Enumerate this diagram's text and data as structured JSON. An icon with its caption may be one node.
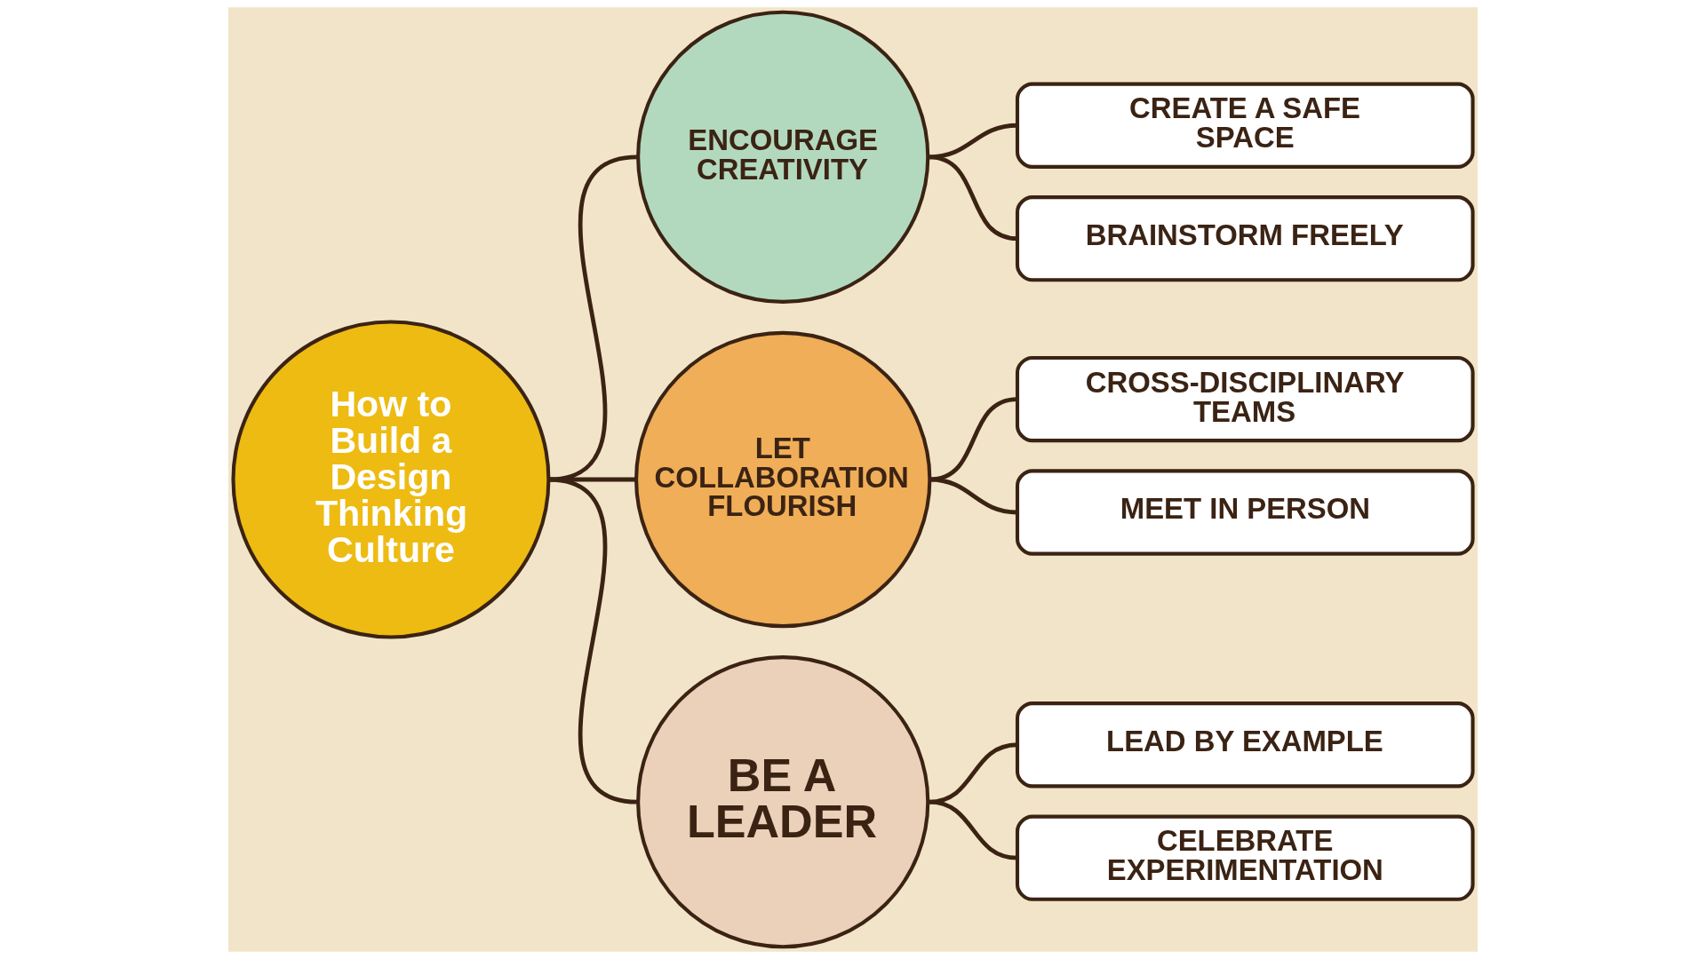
{
  "diagram": {
    "nodes": [
      {
        "text": [
          "How to Build a Design Thinking Culture"
        ]
      },
      {
        "text": [
          "ENCOURAGE CREATIVITY"
        ]
      },
      {
        "text": [
          "LET COLLABORATION FLOURISH"
        ]
      },
      {
        "text": [
          "BE A LEADER"
        ]
      },
      {
        "text": [
          "CREATE A SAFE SPACE"
        ]
      },
      {
        "text": [
          "BRAINSTORM FREELY"
        ]
      },
      {
        "text": [
          "CROSS-DISCIPLINARY TEAMS"
        ]
      },
      {
        "text": [
          "MEET IN PERSON"
        ]
      },
      {
        "text": [
          "LEAD BY EXAMPLE"
        ]
      },
      {
        "text": [
          "CELEBRATE EXPERIMENTATION"
        ]
      }
    ],
    "edges": [
      {
        "from": 0,
        "to": 1,
        "arrow": "none"
      },
      {
        "from": 0,
        "to": 2,
        "arrow": "none"
      },
      {
        "from": 0,
        "to": 3,
        "arrow": "none"
      },
      {
        "from": 1,
        "to": 4,
        "arrow": "none"
      },
      {
        "from": 1,
        "to": 5,
        "arrow": "none"
      },
      {
        "from": 2,
        "to": 6,
        "arrow": "none"
      },
      {
        "from": 2,
        "to": 7,
        "arrow": "none"
      },
      {
        "from": 3,
        "to": 8,
        "arrow": "none"
      },
      {
        "from": 3,
        "to": 9,
        "arrow": "none"
      }
    ]
  }
}
